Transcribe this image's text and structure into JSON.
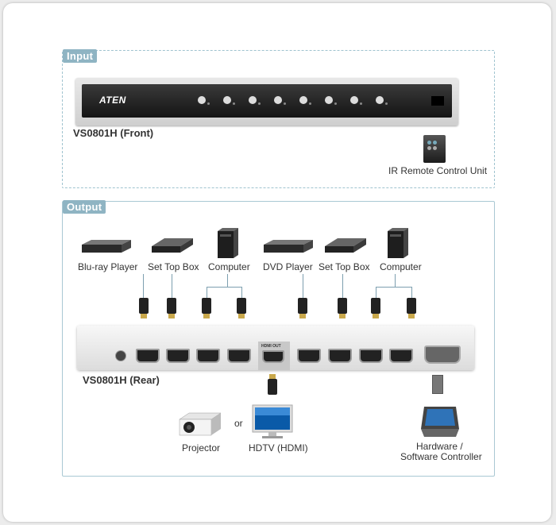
{
  "input": {
    "title": "Input",
    "device_label": "VS0801H (Front)",
    "brand": "ATEN",
    "remote_label": "IR Remote Control Unit"
  },
  "output": {
    "title": "Output",
    "device_label": "VS0801H (Rear)",
    "hdmi_out_label": "HDMI OUT",
    "sources": [
      {
        "label": "Blu-ray Player",
        "icon": "bluray-player-icon"
      },
      {
        "label": "Set Top Box",
        "icon": "set-top-box-icon"
      },
      {
        "label": "Computer",
        "icon": "computer-icon"
      },
      {
        "label": "DVD Player",
        "icon": "dvd-player-icon"
      },
      {
        "label": "Set Top Box",
        "icon": "set-top-box-icon"
      },
      {
        "label": "Computer",
        "icon": "computer-icon"
      }
    ],
    "projector_label": "Projector",
    "or_label": "or",
    "hdtv_label": "HDTV (HDMI)",
    "controller_label_line1": "Hardware /",
    "controller_label_line2": "Software Controller"
  },
  "colors": {
    "accent": "#8fb4c3",
    "connector": "#7d9faf"
  }
}
